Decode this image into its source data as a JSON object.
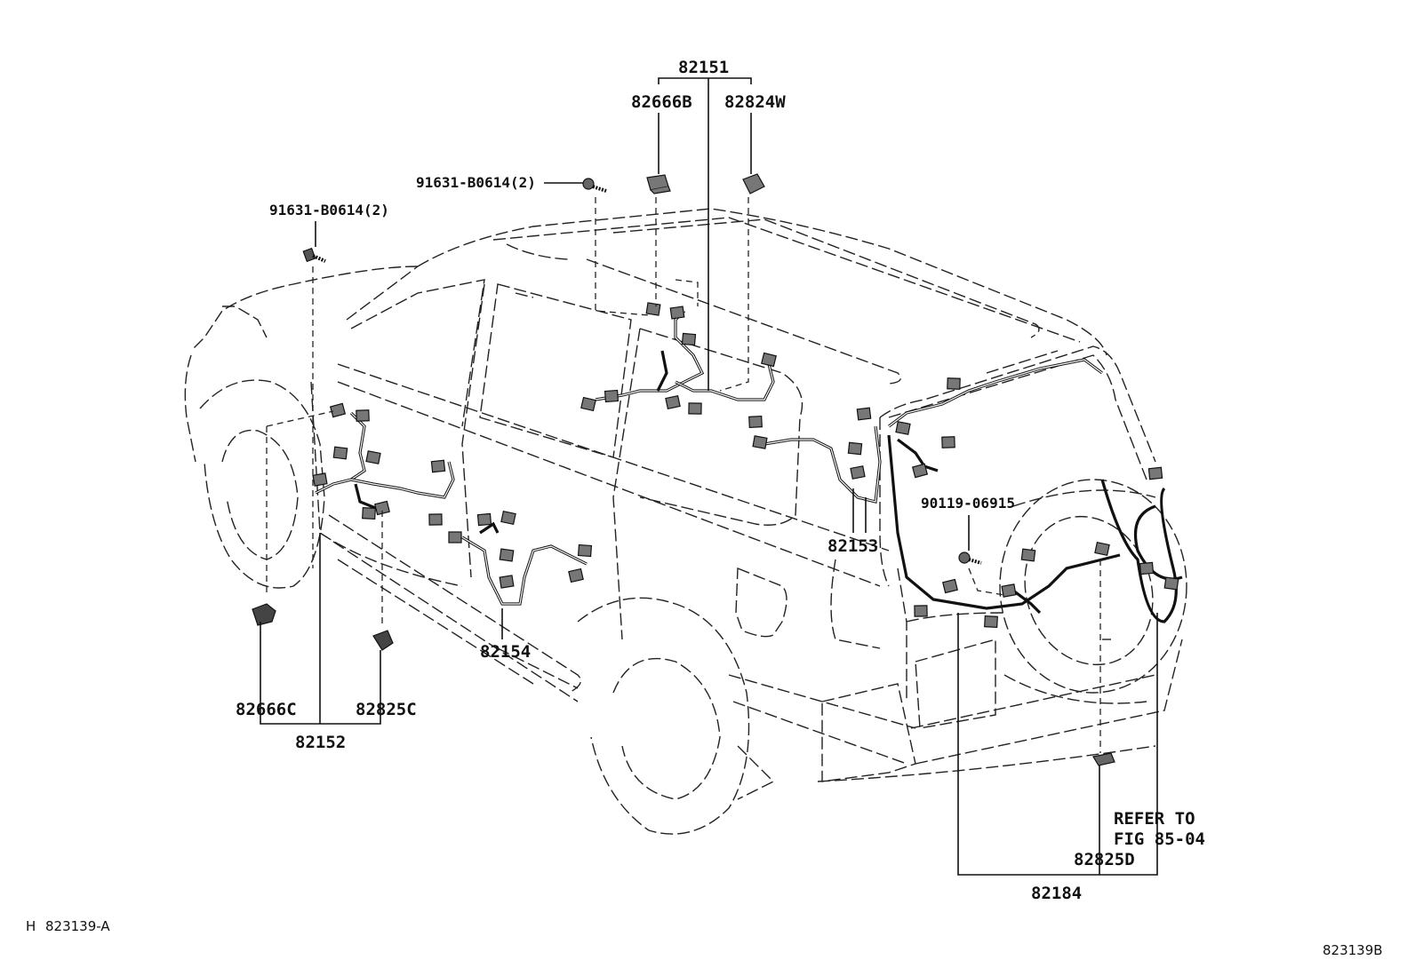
{
  "diagram": {
    "labels": {
      "harness_roof": "82151",
      "harness_front_door": "82152",
      "harness_rear_body": "82153",
      "harness_rear_door": "82154",
      "harness_back_door": "82184",
      "connector_roof_left": "82666B",
      "connector_roof_right": "82824W",
      "connector_front_left": "82666C",
      "connector_front_right": "82825C",
      "connector_rear": "82825D",
      "bolt_top": "91631-B0614(2)",
      "bolt_left": "91631-B0614(2)",
      "screw_rear": "90119-06915",
      "refer_line1": "REFER TO",
      "refer_line2": "FIG 85-04"
    },
    "footer": {
      "prefix": "H",
      "code_left": "823139-A",
      "code_right": "823139B"
    }
  }
}
